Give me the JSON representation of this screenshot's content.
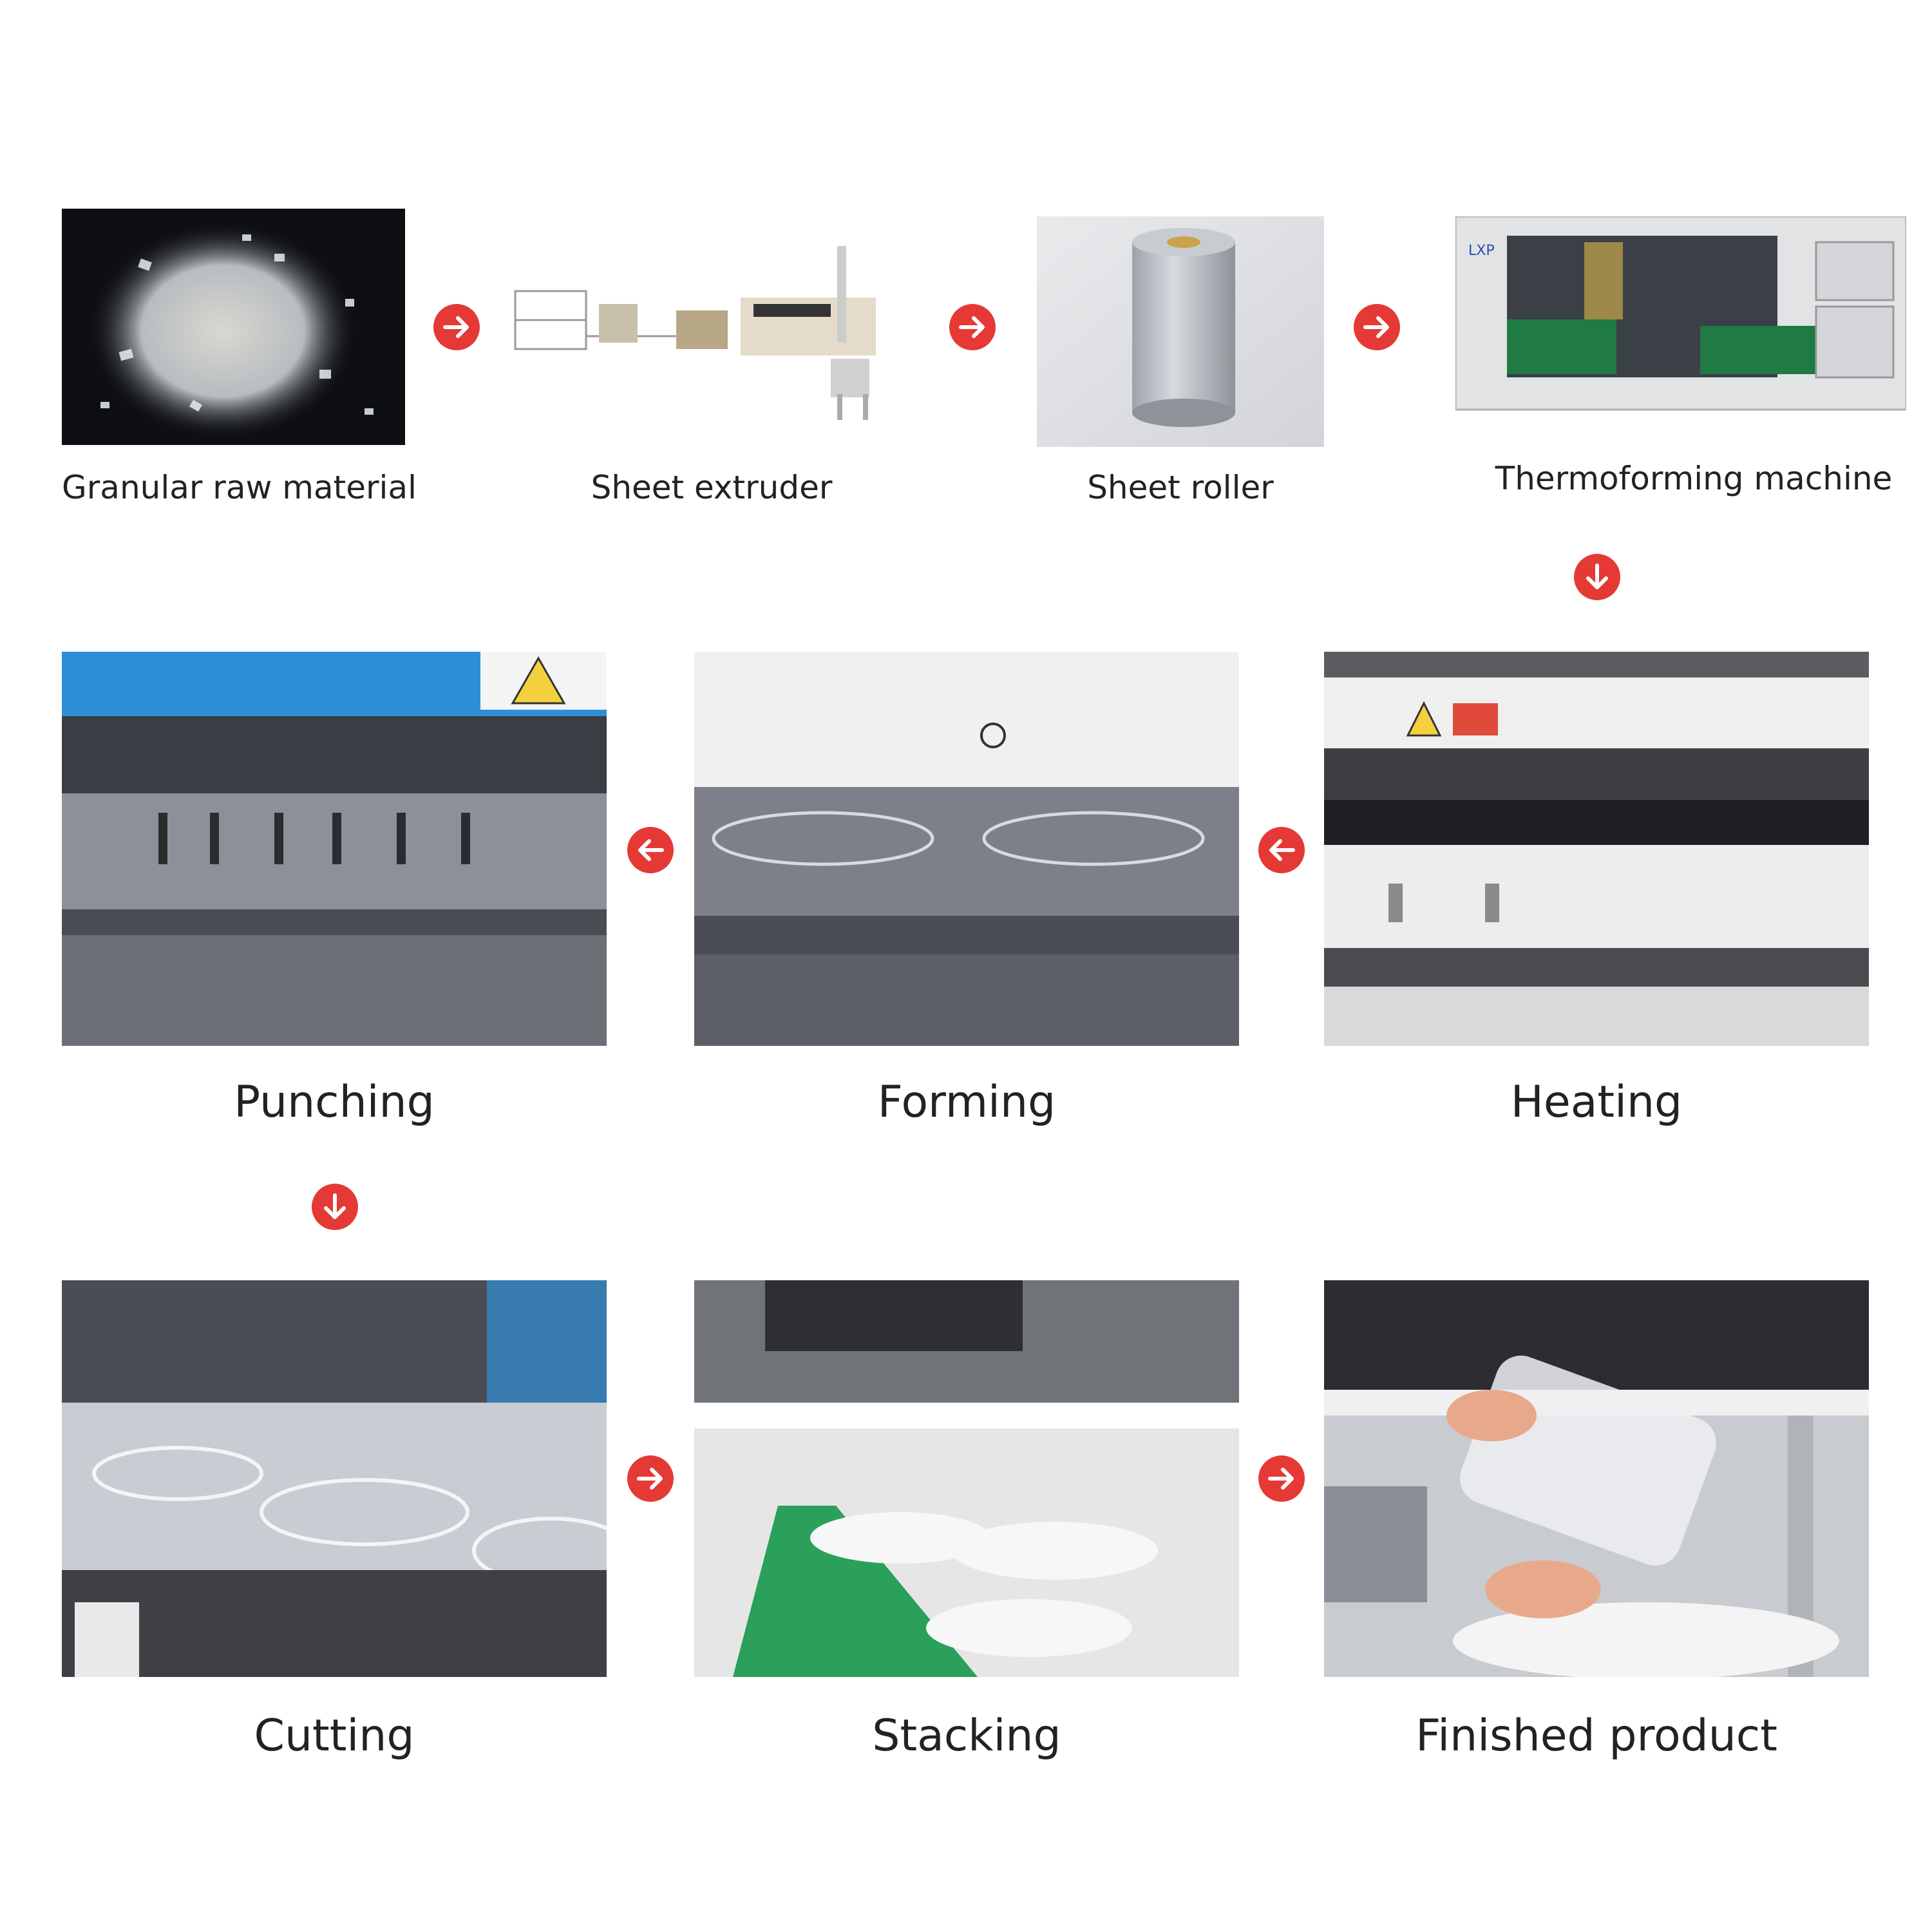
{
  "steps": {
    "granular": "Granular raw material",
    "extruder": "Sheet extruder",
    "roller": "Sheet roller",
    "thermoforming": "Thermoforming machine",
    "heating": "Heating",
    "forming": "Forming",
    "punching": "Punching",
    "cutting": "Cutting",
    "stacking": "Stacking",
    "finished": "Finished product"
  },
  "colors": {
    "arrow": "#e53935",
    "label": "#222222"
  },
  "icons": {
    "right": "arrow-right-icon",
    "left": "arrow-left-icon",
    "down": "arrow-down-icon"
  }
}
